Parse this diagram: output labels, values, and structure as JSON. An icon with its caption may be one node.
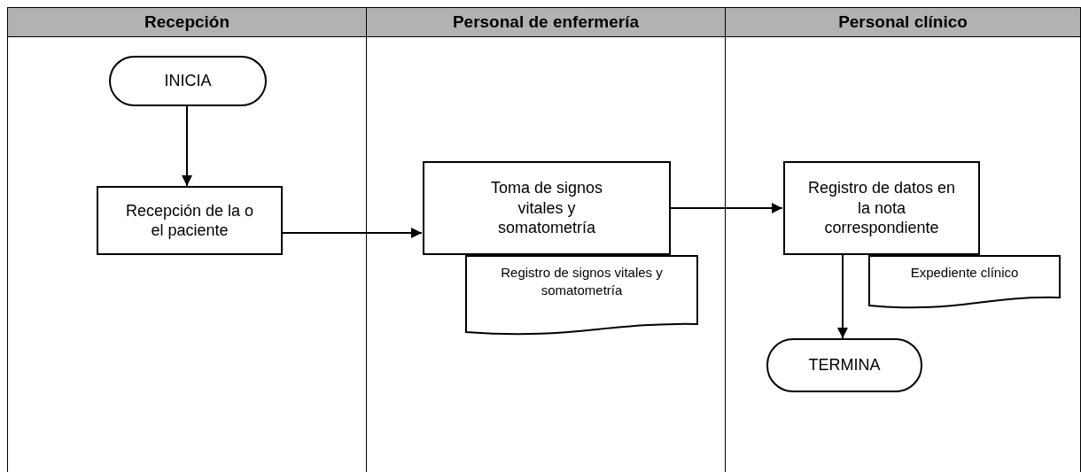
{
  "diagram": {
    "nodes": [
      {
        "text": [
          "Recepción"
        ]
      },
      {
        "text": [
          "Personal de enfermería"
        ]
      },
      {
        "text": [
          "Personal clínico"
        ]
      },
      {
        "text": [
          "INICIA"
        ],
        "in": 0
      },
      {
        "text": [
          "Recepción de la o el paciente"
        ],
        "in": 0
      },
      {
        "text": [
          "Toma de signos vitales y somatometría"
        ],
        "in": 1
      },
      {
        "text": [
          "Registro de signos vitales y somatometría"
        ],
        "in": 1
      },
      {
        "text": [
          "Registro de datos en la nota correspondiente"
        ],
        "in": 2
      },
      {
        "text": [
          "Expediente clínico"
        ],
        "in": 2
      },
      {
        "text": [
          "TERMINA"
        ],
        "in": 2
      }
    ],
    "edges": [
      {
        "from": 3,
        "to": 4,
        "arrow": "to"
      },
      {
        "from": 4,
        "to": 5,
        "arrow": "to"
      },
      {
        "from": 5,
        "to": 7,
        "arrow": "to"
      },
      {
        "from": 7,
        "to": 9,
        "arrow": "to"
      }
    ]
  }
}
